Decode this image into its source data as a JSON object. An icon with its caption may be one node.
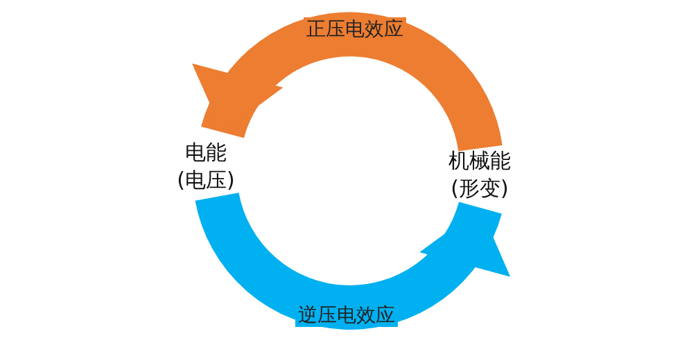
{
  "diagram": {
    "nodes": [
      {
        "text": [
          "电能(电压)"
        ]
      },
      {
        "text": [
          "机械能(形变)"
        ]
      }
    ],
    "edges": [
      {
        "from": 1,
        "to": 0,
        "arrow": "to",
        "label": "正压电效应",
        "color": "#ed7d31"
      },
      {
        "from": 0,
        "to": 1,
        "arrow": "to",
        "label": "逆压电效应",
        "color": "#00b0f0"
      }
    ]
  }
}
